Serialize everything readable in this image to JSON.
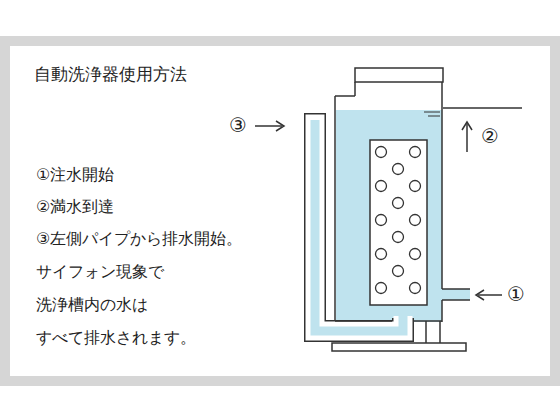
{
  "diagram": {
    "title": "自動洗浄器使用方法",
    "labels": [
      "①注水開始",
      "②満水到達",
      "③左側パイプから排水開始。",
      "サイフォン現象で",
      "洗浄槽内の水は",
      "すべて排水されます。",
      "③",
      "②",
      "①"
    ]
  }
}
